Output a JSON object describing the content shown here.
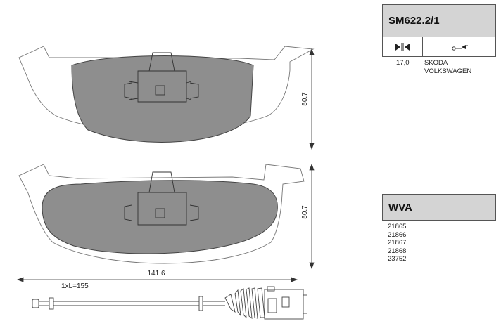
{
  "product": {
    "code": "SM622.2/1",
    "thickness": "17,0",
    "vehicles": [
      "SKODA",
      "VOLKSWAGEN"
    ],
    "icons": [
      "pad-thickness-icon",
      "wear-sensor-icon"
    ]
  },
  "dimensions": {
    "height_top": "50.7",
    "height_bottom": "50.7",
    "width": "141.6",
    "sensor_cable": "1xL=155"
  },
  "wva": {
    "header": "WVA",
    "numbers": [
      "21865",
      "21866",
      "21867",
      "21868",
      "23752"
    ]
  },
  "colors": {
    "pad_fill": "#8e8e8e",
    "header_fill": "#d4d4d4",
    "line": "#555555"
  }
}
